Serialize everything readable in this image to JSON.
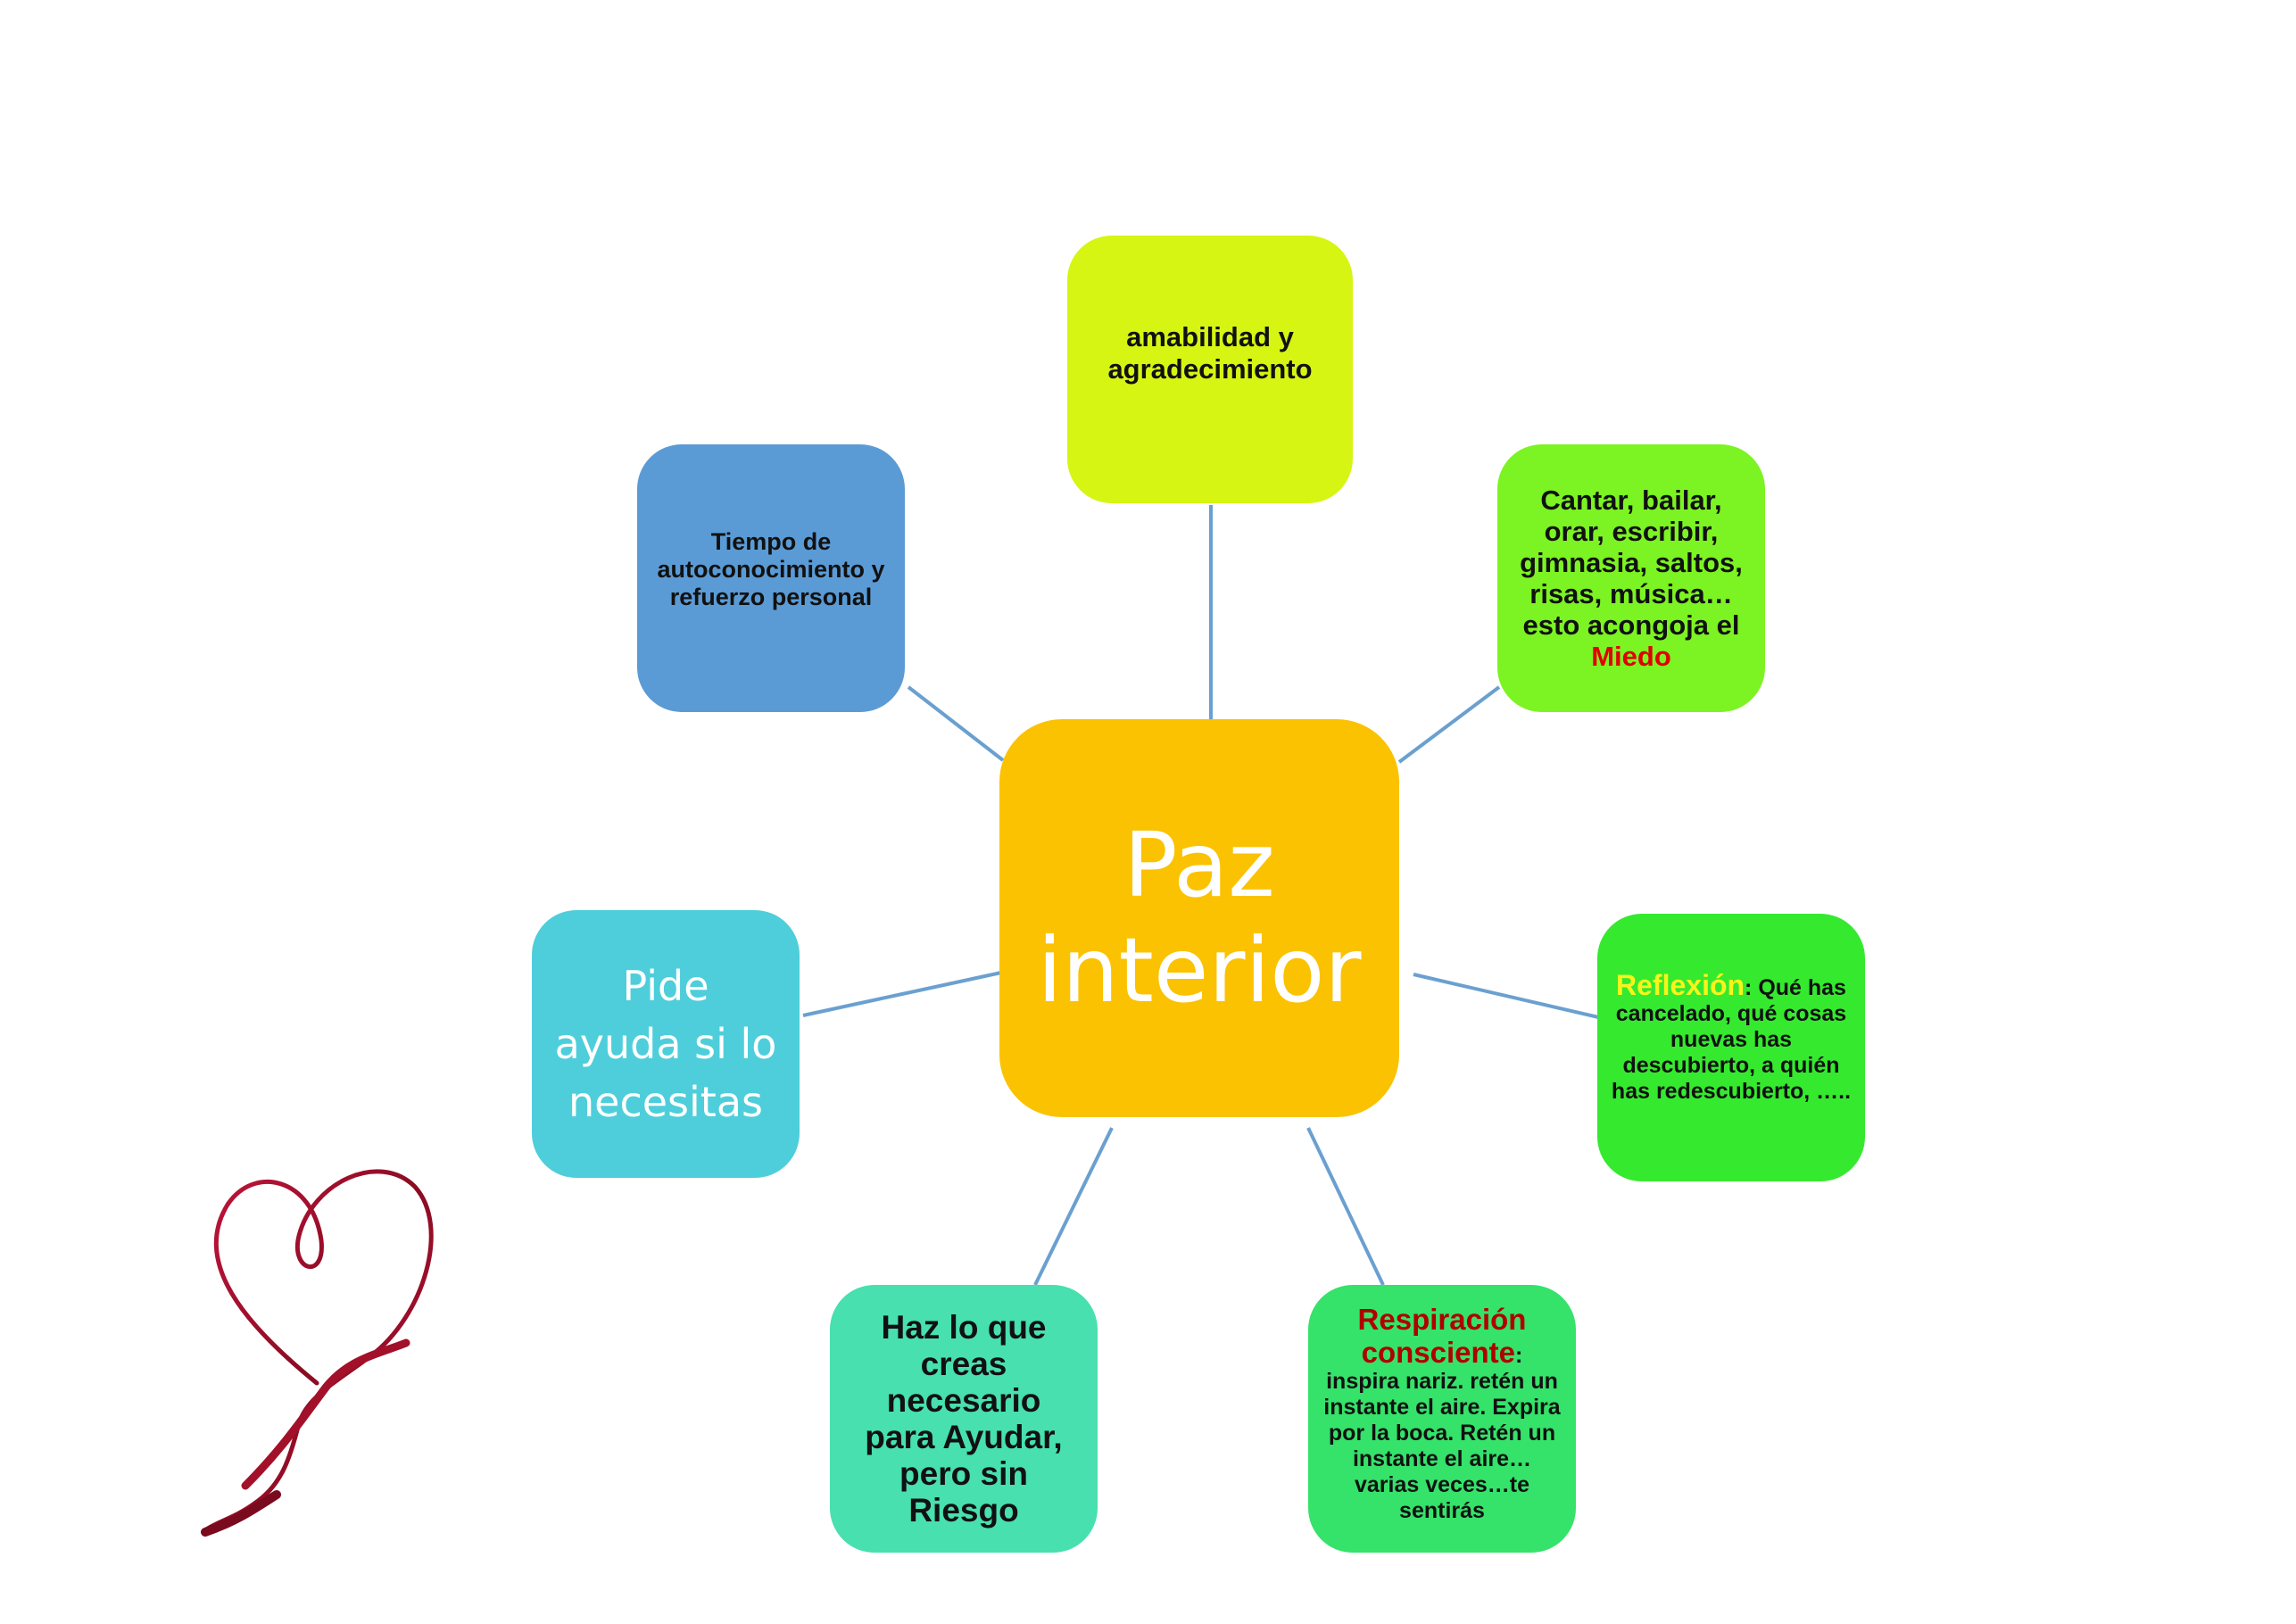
{
  "diagram": {
    "center": {
      "line1": "Paz",
      "line2": "interior",
      "color": "#fbc202"
    },
    "nodes": {
      "top": {
        "text": "amabilidad y agradecimiento",
        "color": "#d6f512"
      },
      "top_left": {
        "text": "Tiempo de autoconocimiento y refuerzo personal",
        "color": "#5b9bd5"
      },
      "top_right": {
        "text": "Cantar, bailar, orar, escribir, gimnasia, saltos, risas, música…esto acongoja el",
        "highlight": "Miedo",
        "highlight_color": "#e00000",
        "color": "#7cf322"
      },
      "left": {
        "text": "Pide ayuda si lo necesitas",
        "color": "#4ecedb"
      },
      "right": {
        "lead": "Reflexión",
        "lead_color": "#f6f51a",
        "text": ": Qué has cancelado, qué cosas nuevas has descubierto, a quién has redescubierto, …..",
        "color": "#35e92f"
      },
      "bottom_left": {
        "text": "Haz lo que creas necesario para Ayudar, pero sin Riesgo",
        "color": "#47e0ae"
      },
      "bottom_right": {
        "lead": "Respiración consciente",
        "lead_color": "#b00000",
        "text": ": inspira nariz. retén un instante el aire. Expira por la boca. Retén un instante el aire…varias veces…te sentirás",
        "color": "#35e26a"
      }
    },
    "connector_color": "#6aa0d0",
    "decoration": {
      "icon": "heart-ribbon-icon",
      "color": "#a3102a"
    }
  }
}
